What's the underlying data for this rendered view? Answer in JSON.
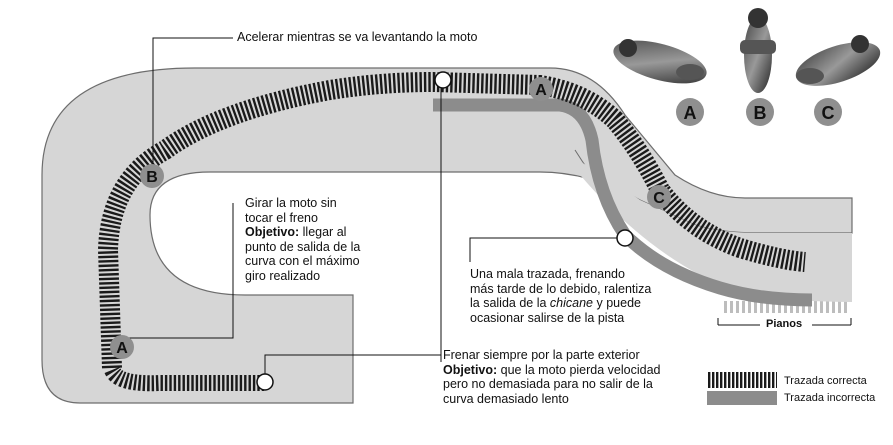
{
  "annotations": {
    "accelerate": "Acelerar mientras se va levantando la moto",
    "turn": {
      "line1": "Girar la moto sin",
      "line2": "tocar el freno",
      "objective_label": "Objetivo:",
      "objective_text1": " llegar al",
      "line4": "punto de salida de la",
      "line5": "curva con el máximo",
      "line6": "giro realizado"
    },
    "bad_line": {
      "line1": "Una mala trazada, frenando",
      "line2": "más tarde de lo debido, ralentiza",
      "line3_pre": "la salida de la ",
      "line3_em": "chicane",
      "line3_post": " y puede",
      "line4": "ocasionar salirse de la pista"
    },
    "brake": {
      "line1": "Frenar siempre por la parte exterior",
      "objective_label": "Objetivo:",
      "objective_text": " que la moto pierda velocidad",
      "line3": "pero no demasiada para no salir de la",
      "line4": "curva demasiado lento"
    }
  },
  "track_markers": {
    "a_lower": "A",
    "b_left": "B",
    "a_upper": "A",
    "c_right": "C"
  },
  "rider_labels": [
    "A",
    "B",
    "C"
  ],
  "pianos_label": "Pianos",
  "legend": {
    "correct": "Trazada correcta",
    "incorrect": "Trazada incorrecta"
  },
  "colors": {
    "track": "#d6d6d6",
    "correct_line": "#1a1a1a",
    "incorrect_line": "#8c8c8c",
    "marker_circle": "#8f8f8f"
  }
}
